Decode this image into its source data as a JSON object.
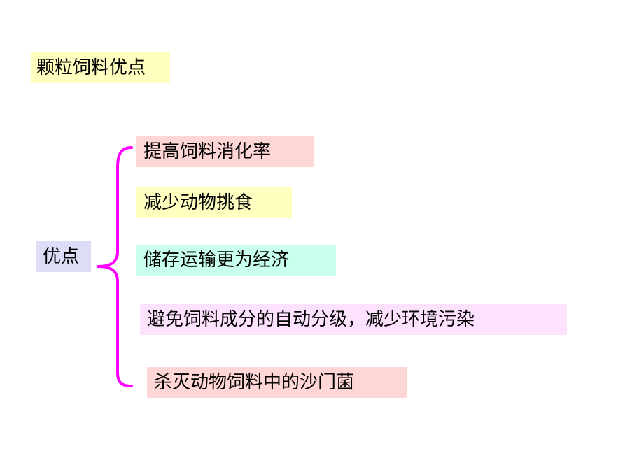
{
  "title": "颗粒饲料优点",
  "center_label": "优点",
  "items": [
    "提高饲料消化率",
    "减少动物挑食",
    "储存运输更为经济",
    "避免饲料成分的自动分级，减少环境污染",
    "杀灭动物饲料中的沙门菌"
  ],
  "colors": {
    "title_bg": "#FFFFC0",
    "center_bg": "#DDDDF8",
    "item_backgrounds": [
      "#FFD6D6",
      "#FFFFC0",
      "#C8FFEE",
      "#FDE2FD",
      "#FFD6D6"
    ],
    "brace": "#FF00FF"
  }
}
